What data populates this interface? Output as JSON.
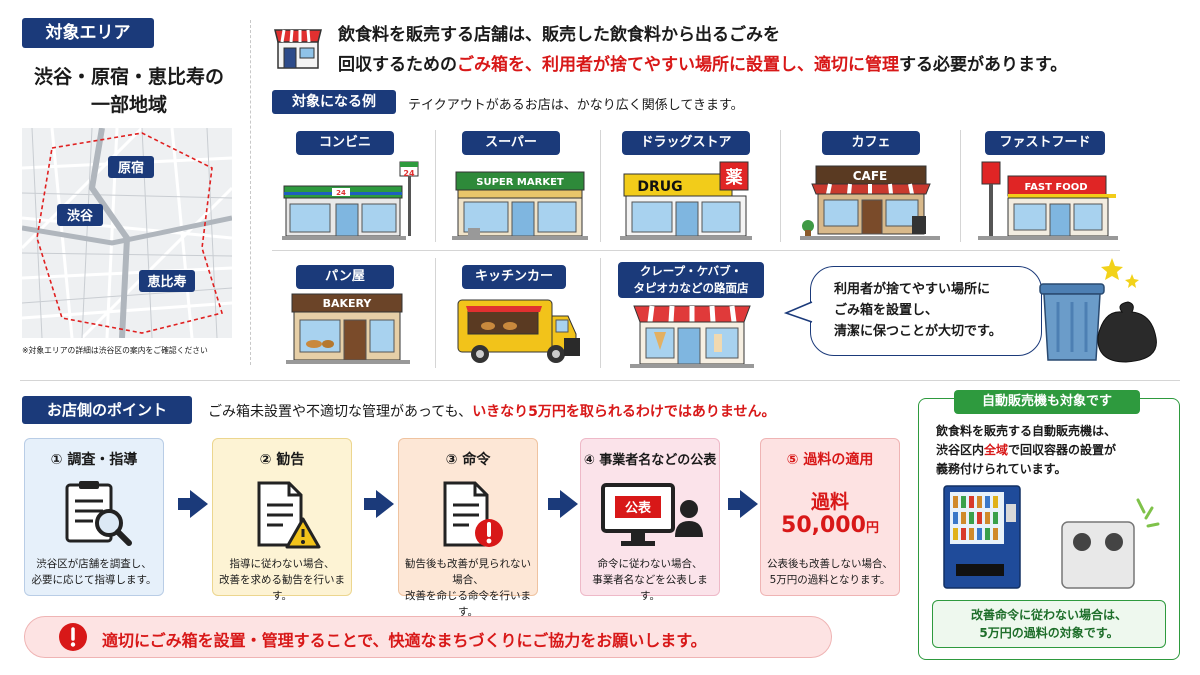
{
  "area": {
    "tag": "対象エリア",
    "title_line1": "渋谷・原宿・恵比寿の",
    "title_line2": "一部地域",
    "map_labels": [
      "原宿",
      "渋谷",
      "恵比寿"
    ],
    "note": "※対象エリアの詳細は渋谷区の案内をご確認ください"
  },
  "headline": {
    "line1": "飲食料を販売する店舗は、販売した飲食料から出るごみを",
    "line2_pre": "回収するための",
    "line2_red": "ごみ箱を、利用者が捨てやすい場所に設置し、適切に管理",
    "line2_post": "する必要があります。"
  },
  "examples": {
    "tag": "対象になる例",
    "subtitle": "テイクアウトがあるお店は、かなり広く関係してきます。",
    "stores": [
      "コンビニ",
      "スーパー",
      "ドラッグストア",
      "カフェ",
      "ファストフード",
      "パン屋",
      "キッチンカー",
      "クレープ・ケバブ・",
      "タピオカなどの路面店"
    ],
    "signs": {
      "conbini_24": "24",
      "supermarket": "SUPER MARKET",
      "drug": "DRUG",
      "drug_kanji": "薬",
      "cafe": "CAFE",
      "fastfood": "FAST FOOD",
      "bakery": "BAKERY"
    },
    "bubble": [
      "利用者が捨てやすい場所に",
      "ごみ箱を設置し、",
      "清潔に保つことが大切です。"
    ]
  },
  "points": {
    "tag": "お店側のポイント",
    "desc_pre": "ごみ箱未設置や不適切な管理があっても、",
    "desc_red": "いきなり5万円を取られるわけではありません。",
    "steps": [
      {
        "title": "① 調査・指導",
        "desc1": "渋谷区が店舗を調査し、",
        "desc2": "必要に応じて指導します。"
      },
      {
        "title": "② 勧告",
        "desc1": "指導に従わない場合、",
        "desc2": "改善を求める勧告を行います。"
      },
      {
        "title": "③ 命令",
        "desc1": "勧告後も改善が見られない場合、",
        "desc2": "改善を命じる命令を行います。"
      },
      {
        "title": "④ 事業者名などの公表",
        "desc1": "命令に従わない場合、",
        "desc2": "事業者名などを公表します。",
        "screen": "公表"
      },
      {
        "title": "⑤ 過料の適用",
        "fine_label": "過料",
        "fine_amount": "50,000",
        "fine_unit": "円",
        "desc1": "公表後も改善しない場合、",
        "desc2": "5万円の過料となります。"
      }
    ],
    "banner": "適切にごみ箱を設置・管理することで、快適なまちづくりにご協力をお願いします。"
  },
  "vending": {
    "tag": "自動販売機も対象です",
    "line1": "飲食料を販売する自動販売機は、",
    "line2_pre": "渋谷区内",
    "line2_red": "全域",
    "line2_post": "で回収容器の設置が",
    "line3": "義務付けられています。",
    "note1": "改善命令に従わない場合は、",
    "note2": "5万円の過料の対象です。"
  },
  "colors": {
    "navy": "#1b3a7a",
    "red": "#d81818",
    "green": "#2e9a3e"
  }
}
